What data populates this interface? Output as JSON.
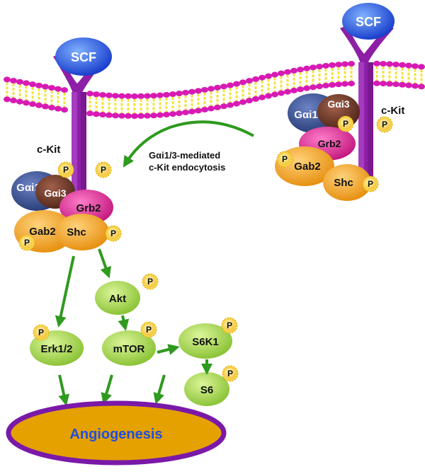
{
  "ligand": {
    "left": "SCF",
    "right": "SCF"
  },
  "receptor": {
    "left": "c-Kit",
    "right": "c-Kit"
  },
  "proteins": {
    "gai1": "Gαi1",
    "gai3": "Gαi3",
    "grb2": "Grb2",
    "gab2": "Gab2",
    "shc": "Shc",
    "akt": "Akt",
    "mtor": "mTOR",
    "s6k1": "S6K1",
    "s6": "S6",
    "erk": "Erk1/2"
  },
  "phospho": "P",
  "annotation": {
    "line1": "Gαi1/3-mediated",
    "line2": "c-Kit endocytosis"
  },
  "outcome": "Angiogenesis",
  "colors": {
    "membrane_head": "#d81ab4",
    "membrane_tail": "#f3e23a",
    "receptor": "#8d1fa6",
    "ligand": "#1f4fe0",
    "gai1": "#3b4f8c",
    "gai3": "#6a3a2a",
    "grb2": "#e0309a",
    "gab2_shc": "#f5a623",
    "downstream": "#a6d84a",
    "arrow": "#2e9a1e",
    "outcome_fill": "#e5a100",
    "outcome_border": "#7a19a8",
    "outcome_text": "#1f4fe0"
  }
}
